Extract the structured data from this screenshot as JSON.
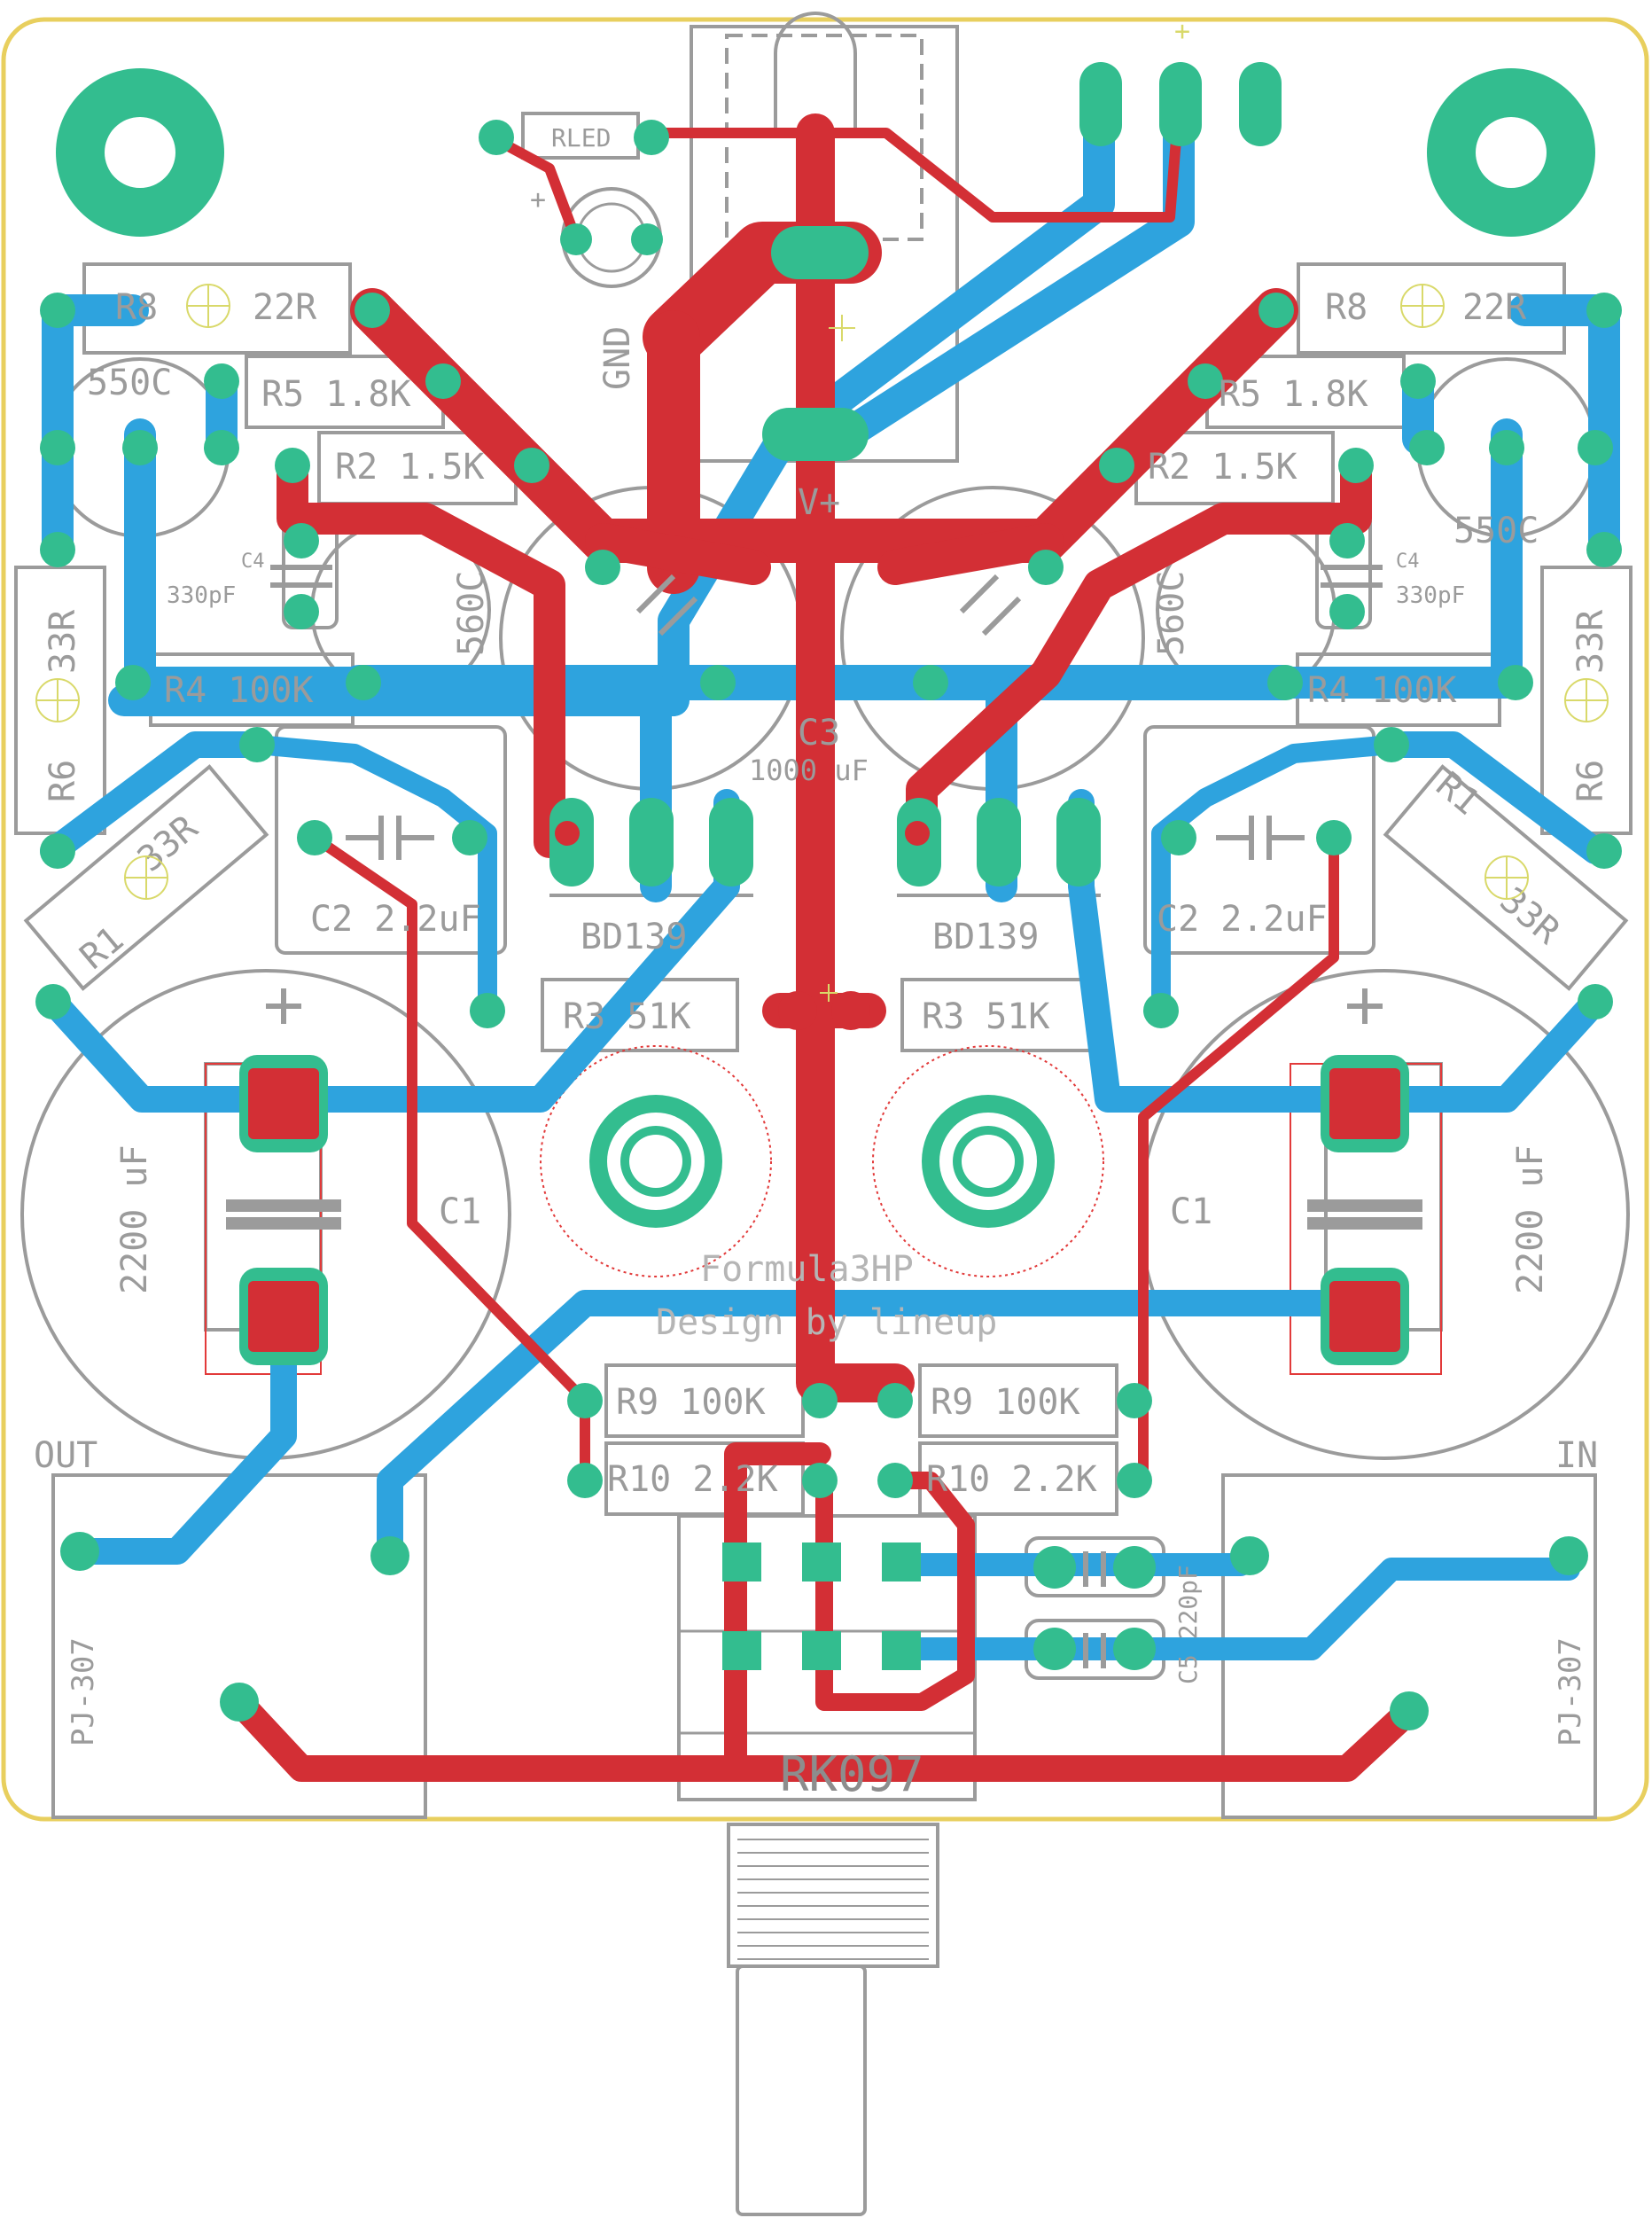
{
  "board": {
    "title": "Formula3HP",
    "subtitle": "Design by lineup"
  },
  "colors": {
    "outline": "#e8cf5e",
    "silk": "#9b9b9b",
    "pad": "#33bd8f",
    "top_copper": "#d32f35",
    "bottom_copper": "#2ea3de",
    "courtyard": "#e23a3a",
    "cross": "#d9d96a"
  },
  "labels": {
    "rled": "RLED",
    "gnd": "GND",
    "vplus": "V+",
    "plus_top": "+",
    "plus_led": "+",
    "r8_l": "R8",
    "r8_l_val": "22R",
    "r8_r": "R8",
    "r8_r_val": "22R",
    "q550_l": "550C",
    "q550_r": "550C",
    "r5_l": "R5 1.8K",
    "r5_r": "R5 1.8K",
    "r2_l": "R2 1.5K",
    "r2_r": "R2 1.5K",
    "c4_l": "C4",
    "c4_l_val": "330pF",
    "c4_r": "C4",
    "c4_r_val": "330pF",
    "q560_l": "560C",
    "q560_r": "560C",
    "r4_l": "R4 100K",
    "r4_r": "R4 100K",
    "r6_l": "R6",
    "r6_l_val": "33R",
    "r6_r": "R6",
    "r6_r_val": "33R",
    "r1_l": "R1",
    "r1_l_val": "33R",
    "r1_r": "R1",
    "r1_r_val": "33R",
    "c3": "C3",
    "c3_val": "1000 uF",
    "bd139_l": "BD139",
    "bd139_r": "BD139",
    "c2_l": "C2 2.2uF",
    "c2_r": "C2 2.2uF",
    "r3_l": "R3 51K",
    "r3_r": "R3 51K",
    "c1_l": "C1",
    "c1_l_val": "2200 uF",
    "c1_r": "C1",
    "c1_r_val": "2200 uF",
    "r9_l": "R9 100K",
    "r9_r": "R9 100K",
    "r10_l": "R10 2.2K",
    "r10_r": "R10 2.2K",
    "out": "OUT",
    "in": "IN",
    "pj_l": "PJ-307",
    "pj_r": "PJ-307",
    "c5": "C5 220pF",
    "rk097": "RK097"
  }
}
